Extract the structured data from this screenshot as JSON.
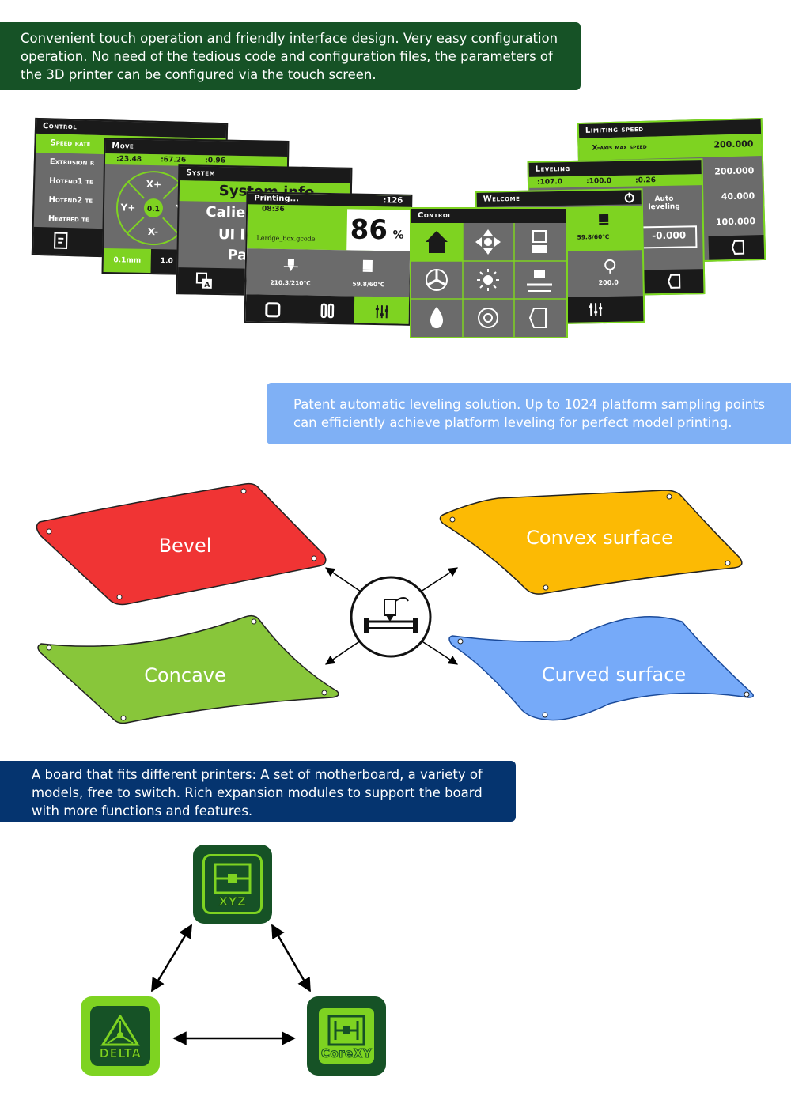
{
  "banners": {
    "touch": [
      "Convenient touch operation and friendly interface design. Very easy configuration",
      "operation. No need of the tedious code and configuration files, the parameters of",
      "the 3D printer can be configured via the touch screen."
    ],
    "leveling": [
      "Patent automatic leveling solution. Up to 1024 platform sampling points",
      "can efficiently achieve platform leveling for perfect model printing."
    ],
    "board": [
      "A board that fits different printers: A set of motherboard, a variety of",
      "models, free to switch. Rich expansion modules to support the board",
      "with more functions and features."
    ]
  },
  "screens": {
    "control1": {
      "title": "Control",
      "rows": [
        "Speed rate",
        "Extrusion r",
        "Hotend1 te",
        "Hotend2 te",
        "Heatbed te"
      ]
    },
    "move": {
      "title": "Move",
      "coords": [
        ":23.48",
        ":67.26",
        ":0.96"
      ],
      "xplus": "X+",
      "xminus": "X-",
      "yplus": "Y+",
      "yminus": "Y-",
      "step_center": "0.1",
      "step1": "0.1mm",
      "step2": "1.0"
    },
    "system": {
      "title": "System",
      "lines": [
        "System info",
        "Calie",
        "UI l",
        "Pa"
      ]
    },
    "printing": {
      "title": "Printing...",
      "time": "08:36",
      "z": ":126",
      "percent": "86",
      "percent_sign": "%",
      "file": "Lerdge_box.gcode",
      "nozzle_temp": "210.3/210℃",
      "bed_temp": "59.8/60℃"
    },
    "control2": {
      "title": "Control"
    },
    "welcome": {
      "title": "Welcome",
      "bed_temp": "59.8/60℃",
      "z_value": "200.0"
    },
    "leveling": {
      "title": "Leveling",
      "coords": [
        ":107.0",
        ":100.0",
        ":0.26"
      ],
      "auto1": "Auto",
      "auto2": "leveling",
      "offset": "-0.000"
    },
    "limiting": {
      "title": "Limiting speed",
      "xaxis": "X-axis max speed",
      "values": [
        "200.000",
        "200.000",
        "40.000",
        "100.000"
      ]
    }
  },
  "surfaces": {
    "bevel": "Bevel",
    "convex": "Convex surface",
    "concave": "Concave",
    "curved": "Curved surface"
  },
  "colors": {
    "bevel": "#f03434",
    "convex": "#fcba04",
    "concave": "#88c63a",
    "curved": "#76aaf9",
    "green_dark": "#165226",
    "blue_light": "#7fb0f5",
    "navy": "#05346f",
    "lime": "#7ed321"
  },
  "kinematics": {
    "xyz": "XYZ",
    "delta": "DELTA",
    "corexy": "CoreXY"
  }
}
